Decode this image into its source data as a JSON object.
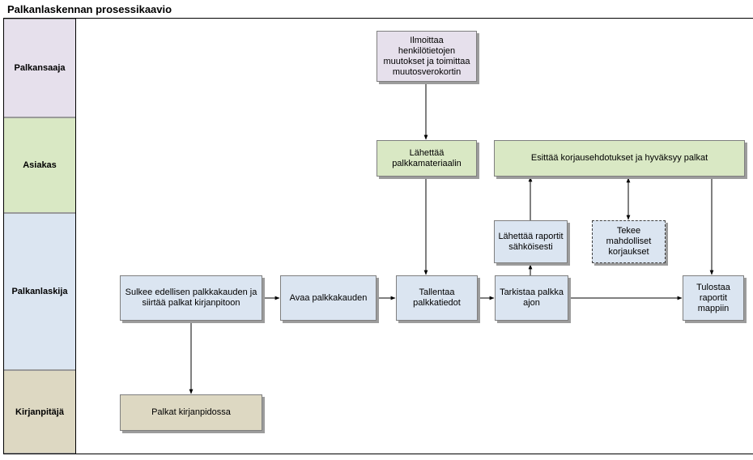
{
  "title": "Palkanlaskennan prosessikaavio",
  "colors": {
    "palkansaaja": "#e6e0ec",
    "asiakas": "#d9e8c4",
    "palkanlaskija": "#dbe5f1",
    "kirjanpitaja": "#ddd8c2"
  },
  "lanes": [
    {
      "id": "palkansaaja",
      "label": "Palkansaaja"
    },
    {
      "id": "asiakas",
      "label": "Asiakas"
    },
    {
      "id": "palkanlaskija",
      "label": "Palkanlaskija"
    },
    {
      "id": "kirjanpitaja",
      "label": "Kirjanpitäjä"
    }
  ],
  "nodes": {
    "ilmoittaa": "Ilmoittaa henkilötietojen muutokset ja toimittaa muutosverokortin",
    "lahettaa_materiaalin": "Lähettää palkkamateriaalin",
    "esittaa": "Esittää korjausehdotukset ja hyväksyy palkat",
    "lahettaa_raportit": "Lähettää raportit sähköisesti",
    "tekee": "Tekee mahdolliset korjaukset",
    "sulkee": "Sulkee edellisen palkkakauden ja siirtää palkat kirjanpitoon",
    "avaa": "Avaa palkkakauden",
    "tallentaa": "Tallentaa palkkatiedot",
    "tarkistaa": "Tarkistaa palkka ajon",
    "tulostaa": "Tulostaa raportit mappiin",
    "palkat": "Palkat kirjanpidossa"
  }
}
